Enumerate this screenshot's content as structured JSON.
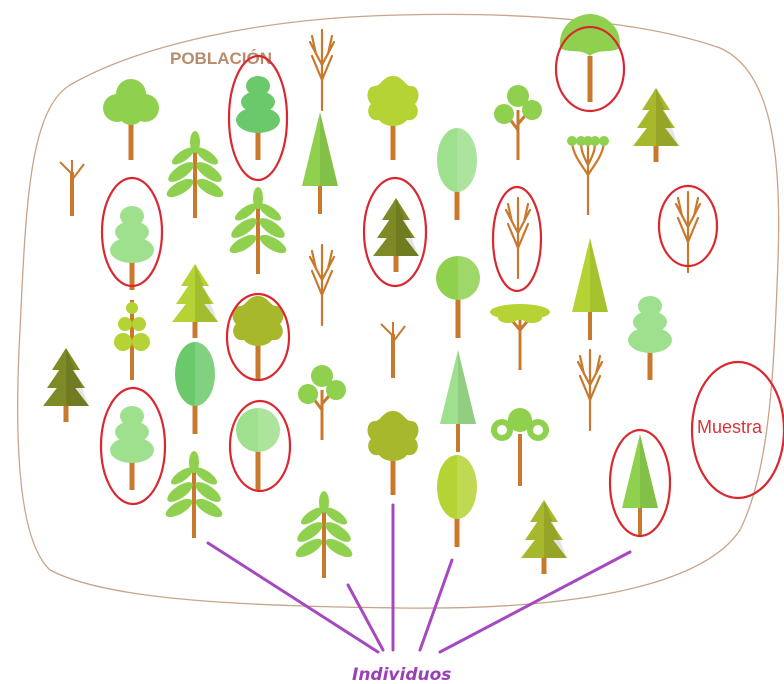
{
  "diagram": {
    "population_label": "POBLACIÓN",
    "sample_label": "Muestra",
    "individuals_label": "Individuos"
  },
  "colors": {
    "population_outline": "#c7a48a",
    "sample_circle": "#d9282f",
    "pointer_lines": "#a648c0",
    "trunk": "#c8792d",
    "greens": [
      "#8fd14f",
      "#b5d334",
      "#6cc96b",
      "#a8b82c",
      "#7e8a25"
    ]
  },
  "icons": {
    "tree": "tree-icon",
    "bare_tree": "bare-tree-icon"
  }
}
